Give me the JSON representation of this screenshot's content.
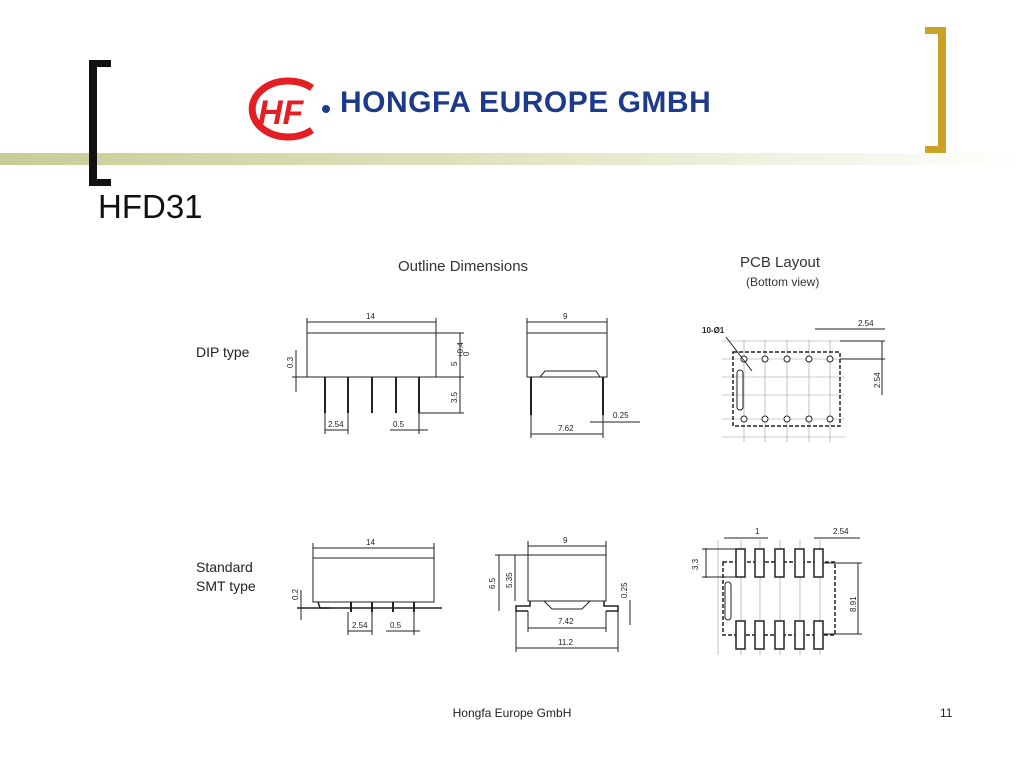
{
  "header": {
    "company_name": "HONGFA EUROPE GMBH",
    "logo_letters": "HF"
  },
  "slide": {
    "title": "HFD31"
  },
  "diagram": {
    "outline_heading": "Outline Dimensions",
    "pcb_heading": "PCB Layout",
    "pcb_subheading": "(Bottom view)",
    "row_dip_label": "DIP type",
    "row_smt_label_line1": "Standard",
    "row_smt_label_line2": "SMT type",
    "dip_side_dims": {
      "length": "14",
      "top_offset": "0.3",
      "height": "5",
      "height_tol_upper": "+0.4",
      "height_tol_lower": "0",
      "pin_length": "3.5",
      "pitch": "2.54",
      "pin_width": "0.5"
    },
    "dip_end_dims": {
      "width": "9",
      "pin_thickness": "0.25",
      "pin_span": "7.62"
    },
    "dip_pcb_dims": {
      "holes": "10-Ø1",
      "pitch_x": "2.54",
      "pitch_y": "2.54"
    },
    "smt_side_dims": {
      "length": "14",
      "standoff": "0.2",
      "pitch": "2.54",
      "pin_width": "0.5"
    },
    "smt_end_dims": {
      "width": "9",
      "height": "6.5",
      "body_height": "5.35",
      "pin_thickness": "0.25",
      "inner_span": "7.42",
      "outer_span": "11.2"
    },
    "smt_pcb_dims": {
      "pad_width": "1",
      "pitch": "2.54",
      "pad_length": "3.3",
      "row_span": "8.91"
    }
  },
  "footer": {
    "text": "Hongfa Europe GmbH",
    "page_number": "11"
  },
  "colors": {
    "accent_gold": "#c9a227",
    "logo_red": "#e31e24",
    "logo_blue": "#1e3a8a",
    "bar_green": "#c8cc98"
  }
}
